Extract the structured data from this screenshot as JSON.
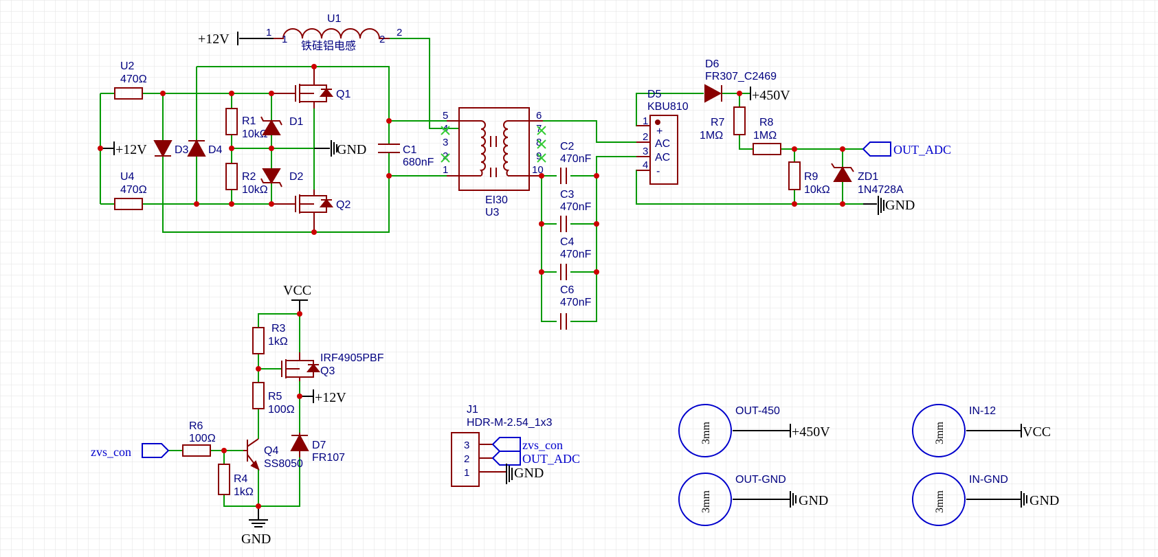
{
  "colors": {
    "wire": "#009900",
    "component": "#880000",
    "label": "#000080",
    "junction": "#cc0000",
    "net_port": "#0000cc",
    "grid": "#e2e2e2"
  },
  "inductor": {
    "designator": "U1",
    "value": "铁硅铝电感",
    "pin1_outer": "1",
    "pin1_inner": "1",
    "pin2_inner": "2",
    "pin2_outer": "2"
  },
  "resistors": {
    "u2": {
      "designator": "U2",
      "value": "470Ω"
    },
    "u4": {
      "designator": "U4",
      "value": "470Ω"
    },
    "r1": {
      "designator": "R1",
      "value": "10kΩ"
    },
    "r2": {
      "designator": "R2",
      "value": "10kΩ"
    },
    "r3": {
      "designator": "R3",
      "value": "1kΩ"
    },
    "r4": {
      "designator": "R4",
      "value": "1kΩ"
    },
    "r5": {
      "designator": "R5",
      "value": "100Ω"
    },
    "r6": {
      "designator": "R6",
      "value": "100Ω"
    },
    "r7": {
      "designator": "R7",
      "value": "1MΩ"
    },
    "r8": {
      "designator": "R8",
      "value": "1MΩ"
    },
    "r9": {
      "designator": "R9",
      "value": "10kΩ"
    }
  },
  "diodes": {
    "d1": {
      "designator": "D1"
    },
    "d2": {
      "designator": "D2"
    },
    "d3": {
      "designator": "D3"
    },
    "d4": {
      "designator": "D4"
    },
    "d6": {
      "designator": "D6",
      "value": "FR307_C2469"
    },
    "d7": {
      "designator": "D7",
      "value": "FR107"
    },
    "zd1": {
      "designator": "ZD1",
      "value": "1N4728A"
    }
  },
  "transistors": {
    "q1": {
      "designator": "Q1"
    },
    "q2": {
      "designator": "Q2"
    },
    "q3": {
      "designator": "Q3",
      "value": "IRF4905PBF"
    },
    "q4": {
      "designator": "Q4",
      "value": "SS8050"
    }
  },
  "capacitors": {
    "c1": {
      "designator": "C1",
      "value": "680nF"
    },
    "c2": {
      "designator": "C2",
      "value": "470nF"
    },
    "c3": {
      "designator": "C3",
      "value": "470nF"
    },
    "c4": {
      "designator": "C4",
      "value": "470nF"
    },
    "c6": {
      "designator": "C6",
      "value": "470nF"
    }
  },
  "transformer": {
    "designator": "U3",
    "value": "EI30",
    "primary_pins": [
      "5",
      "4",
      "3",
      "2",
      "1"
    ],
    "secondary_pins": [
      "6",
      "7",
      "8",
      "9",
      "10"
    ]
  },
  "bridge": {
    "designator": "D5",
    "value": "KBU810",
    "pins": [
      "1",
      "2",
      "3",
      "4"
    ],
    "marks": [
      "+",
      "AC",
      "AC",
      "-"
    ]
  },
  "connector": {
    "designator": "J1",
    "value": "HDR-M-2.54_1x3",
    "pins": [
      "3",
      "2",
      "1"
    ]
  },
  "nets": {
    "p12v": "+12V",
    "gnd": "GND",
    "vcc": "VCC",
    "p450v": "+450V",
    "out_adc": "OUT_ADC",
    "zvs_con": "zvs_con"
  },
  "mounting_holes": [
    {
      "label": "OUT-450",
      "size": "3mm",
      "net": "+450V"
    },
    {
      "label": "OUT-GND",
      "size": "3mm",
      "net": "GND"
    },
    {
      "label": "IN-12",
      "size": "3mm",
      "net": "VCC"
    },
    {
      "label": "IN-GND",
      "size": "3mm",
      "net": "GND"
    }
  ]
}
